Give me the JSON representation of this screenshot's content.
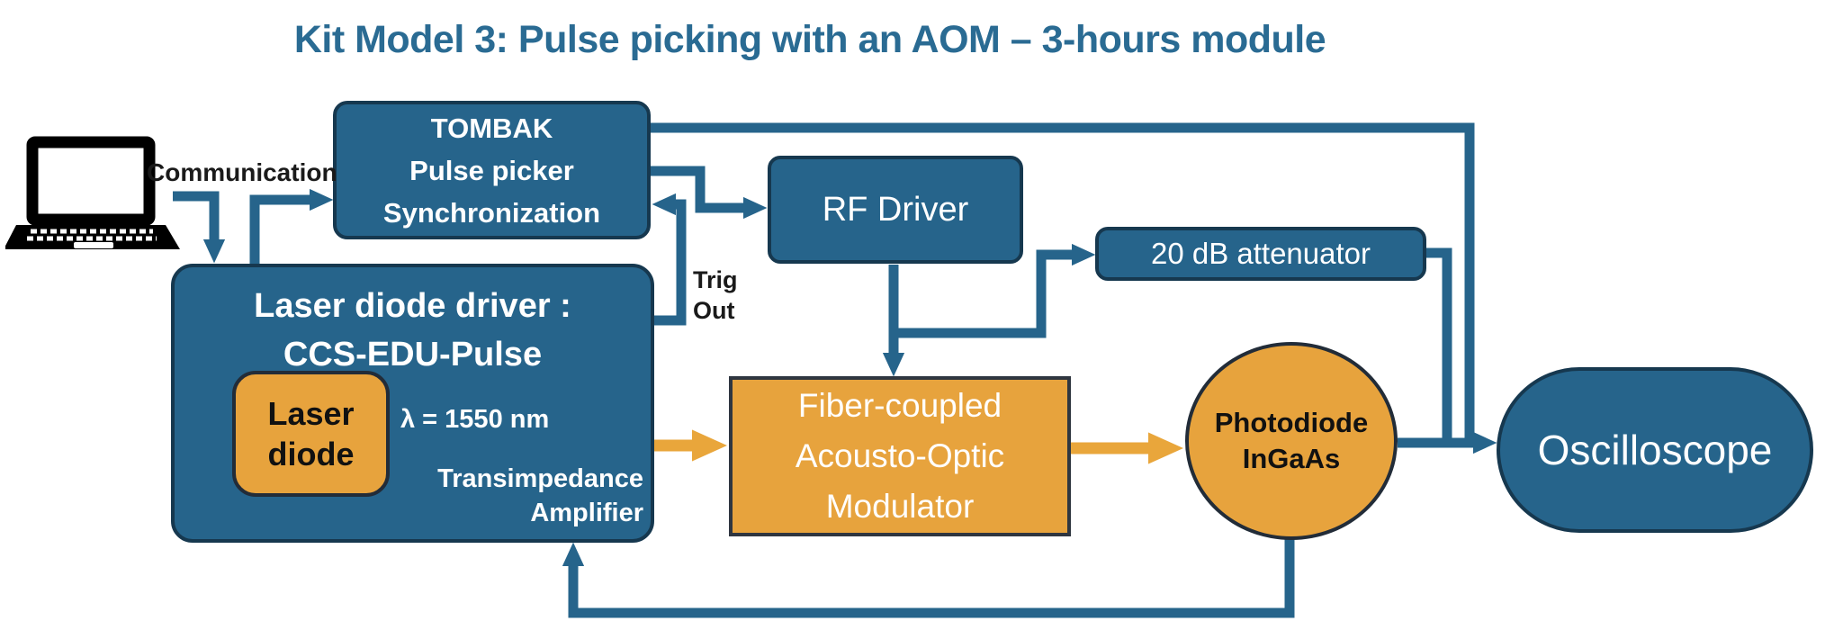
{
  "title": "Kit Model 3: Pulse picking with an AOM – 3-hours module",
  "palette": {
    "teal_fill": "#26648B",
    "teal_border": "#16384F",
    "orange_fill": "#E7A33D",
    "orange_signal": "#E9A63B",
    "dark_border": "#2F3640",
    "title_color": "#2A6B93",
    "label_color": "#1A1A1A"
  },
  "labels": {
    "communication": "Communication",
    "trig_out": [
      "Trig",
      "Out"
    ],
    "wavelength": "λ = 1550 nm",
    "transimpedance": [
      "Transimpedance",
      "Amplifier"
    ]
  },
  "nodes": {
    "tombak": {
      "lines": [
        "TOMBAK",
        "Pulse picker",
        "Synchronization"
      ]
    },
    "laser_driver": {
      "lines": [
        "Laser diode driver :",
        "CCS-EDU-Pulse"
      ]
    },
    "laser_diode": {
      "lines": [
        "Laser",
        "diode"
      ]
    },
    "rf_driver": {
      "label": "RF Driver"
    },
    "attenuator": {
      "label": "20 dB attenuator"
    },
    "aom": {
      "lines": [
        "Fiber-coupled",
        "Acousto-Optic",
        "Modulator"
      ]
    },
    "photodiode": {
      "lines": [
        "Photodiode",
        "InGaAs"
      ]
    },
    "oscilloscope": {
      "label": "Oscilloscope"
    }
  }
}
